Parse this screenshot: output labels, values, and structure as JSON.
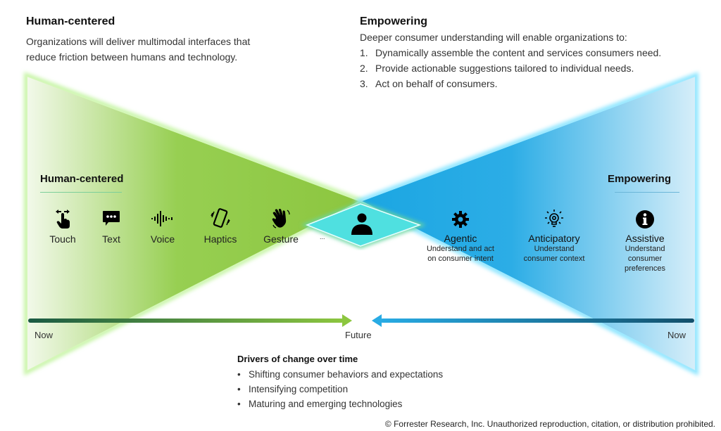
{
  "header_left": {
    "title": "Human-centered",
    "description": "Organizations will deliver multimodal interfaces that reduce friction between humans and technology."
  },
  "header_right": {
    "title": "Empowering",
    "intro": "Deeper consumer understanding will enable organizations to:",
    "items": [
      {
        "num": "1.",
        "text": "Dynamically assemble the content and services consumers need."
      },
      {
        "num": "2.",
        "text": "Provide actionable suggestions tailored to individual needs."
      },
      {
        "num": "3.",
        "text": "Act on behalf of consumers."
      }
    ]
  },
  "left_section": {
    "title": "Human-centered",
    "modes": [
      {
        "label": "Touch",
        "icon": "touch-icon"
      },
      {
        "label": "Text",
        "icon": "chat-bubble-icon"
      },
      {
        "label": "Voice",
        "icon": "sound-wave-icon"
      },
      {
        "label": "Haptics",
        "icon": "vibrating-phone-icon"
      },
      {
        "label": "Gesture",
        "icon": "waving-hand-icon"
      }
    ],
    "ellipsis": "..."
  },
  "center": {
    "icon": "person-icon"
  },
  "right_section": {
    "title": "Empowering",
    "items": [
      {
        "label": "Agentic",
        "desc": [
          "Understand and act",
          "on consumer intent"
        ],
        "icon": "gear-icon"
      },
      {
        "label": "Anticipatory",
        "desc": [
          "Understand",
          "consumer context"
        ],
        "icon": "lightbulb-icon"
      },
      {
        "label": "Assistive",
        "desc": [
          "Understand",
          "consumer",
          "preferences"
        ],
        "icon": "info-icon"
      }
    ]
  },
  "timeline": {
    "left_label": "Now",
    "center_label": "Future",
    "right_label": "Now"
  },
  "drivers": {
    "title": "Drivers of change over time",
    "items": [
      "Shifting consumer behaviors and expectations",
      "Intensifying competition",
      "Maturing and emerging technologies"
    ]
  },
  "footer": {
    "copyright": "© Forrester Research, Inc. Unauthorized reproduction, citation, or distribution prohibited."
  },
  "colors": {
    "green": "#8cc63f",
    "blue": "#1ea6e4",
    "cyan": "#4fe0e0",
    "green_glow": "#c8f5a8",
    "blue_glow": "#8fe6ff",
    "dark_green": "#1e5e45",
    "dark_blue": "#165a78"
  }
}
